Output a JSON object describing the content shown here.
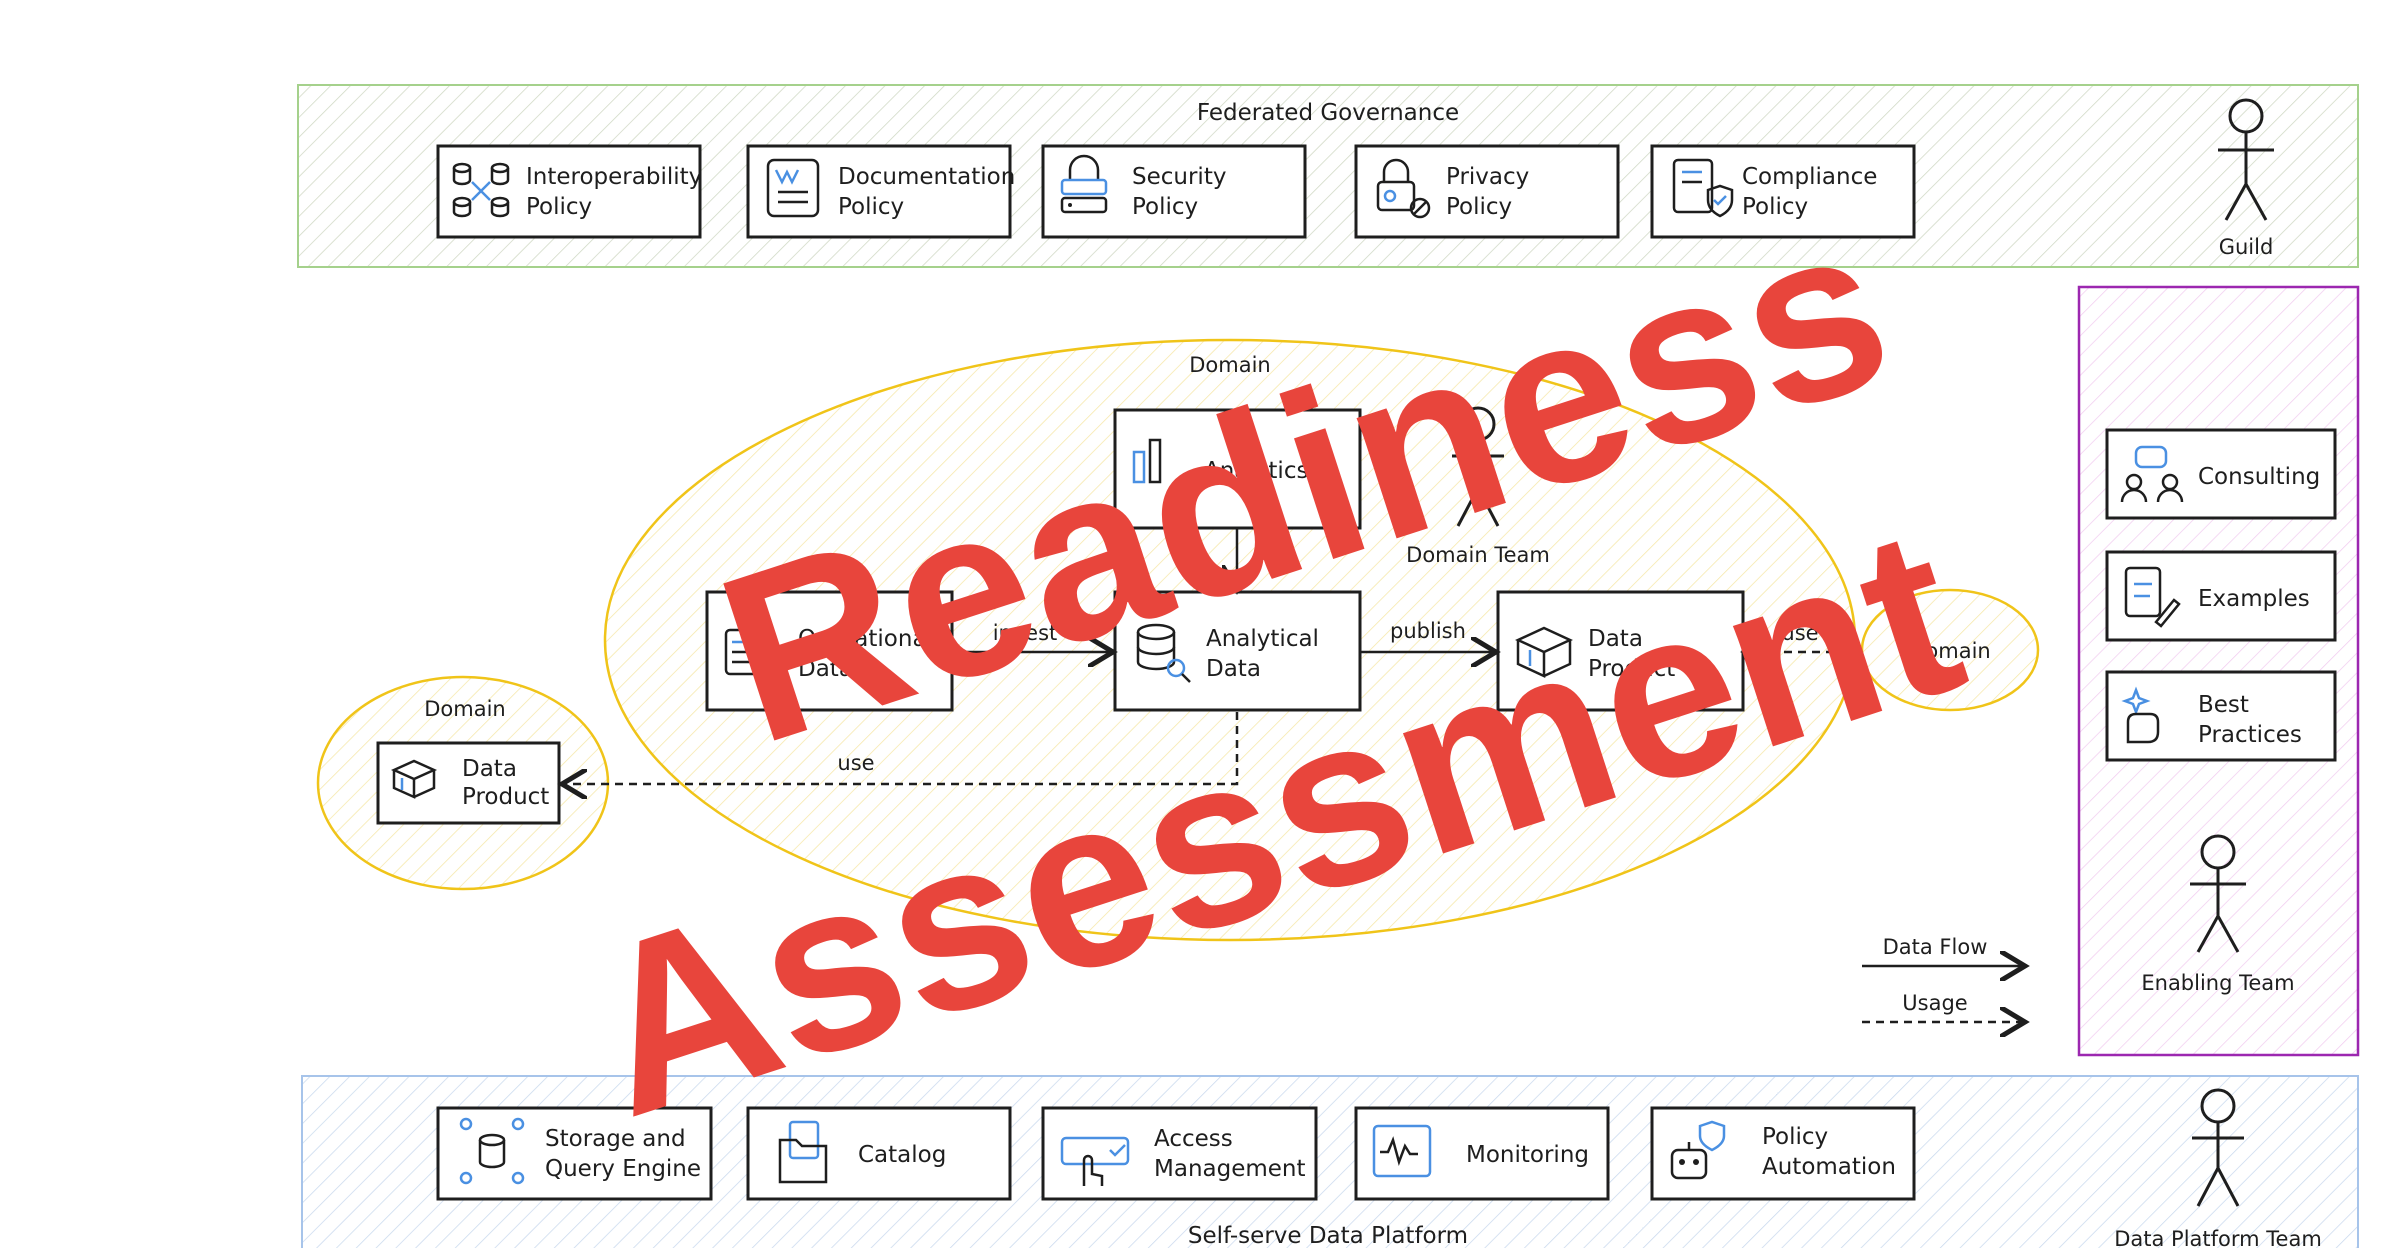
{
  "governance": {
    "title": "Federated Governance",
    "policies": [
      [
        "Interoperability",
        "Policy"
      ],
      [
        "Documentation",
        "Policy"
      ],
      [
        "Security",
        "Policy"
      ],
      [
        "Privacy",
        "Policy"
      ],
      [
        "Compliance",
        "Policy"
      ]
    ],
    "actor": "Guild"
  },
  "domain_main": {
    "label": "Domain",
    "analytics": "Analytics",
    "team": "Domain Team",
    "operational": [
      "Operational",
      "Data"
    ],
    "analytical": [
      "Analytical",
      "Data"
    ],
    "product": [
      "Data",
      "Product"
    ],
    "ingest": "ingest",
    "publish": "publish",
    "use_right": "use",
    "use_left": "use"
  },
  "domain_left": {
    "label": "Domain",
    "product": [
      "Data",
      "Product"
    ]
  },
  "domain_right": {
    "label": "Domain"
  },
  "enabling": {
    "items": [
      [
        "Consulting"
      ],
      [
        "Examples"
      ],
      [
        "Best",
        "Practices"
      ]
    ],
    "actor": "Enabling Team"
  },
  "legend": {
    "flow": "Data Flow",
    "usage": "Usage"
  },
  "platform": {
    "title": "Self-serve Data Platform",
    "items": [
      [
        "Storage and",
        "Query Engine"
      ],
      [
        "Catalog"
      ],
      [
        "Access",
        "Management"
      ],
      [
        "Monitoring"
      ],
      [
        "Policy",
        "Automation"
      ]
    ],
    "actor": "Data Platform Team"
  },
  "overlay": {
    "line1": "Readiness",
    "line2": "Assessment",
    "color": "#e8453c"
  },
  "colors": {
    "governance": "#8bc34a",
    "platform": "#4a90e2",
    "enabling": "#9c27b0",
    "domain": "#f0c419"
  }
}
